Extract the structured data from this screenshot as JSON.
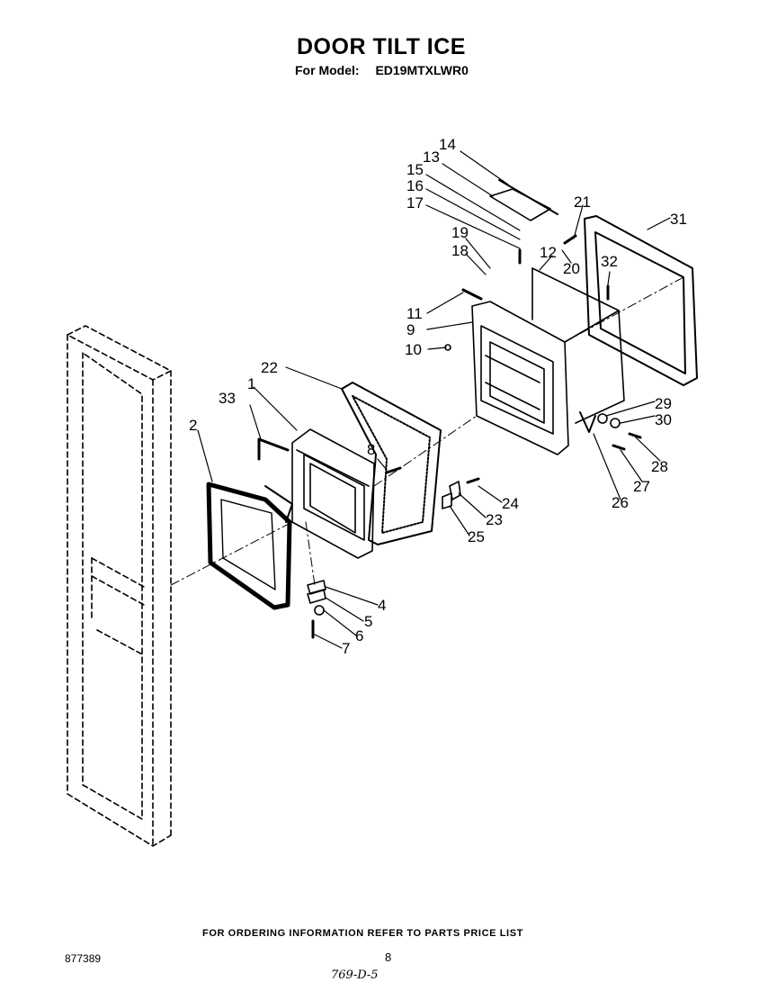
{
  "header": {
    "title": "DOOR TILT ICE",
    "model_label": "For Model:",
    "model_value": "ED19MTXLWR0"
  },
  "callouts": [
    "1",
    "2",
    "4",
    "5",
    "6",
    "7",
    "8",
    "9",
    "10",
    "11",
    "12",
    "13",
    "14",
    "15",
    "16",
    "17",
    "18",
    "19",
    "20",
    "21",
    "22",
    "23",
    "24",
    "25",
    "26",
    "27",
    "28",
    "29",
    "30",
    "31",
    "32",
    "33"
  ],
  "footer": {
    "ordering_note": "FOR ORDERING INFORMATION REFER TO PARTS PRICE LIST",
    "doc_number": "877389",
    "page_number": "8",
    "handwritten": "769-D-5"
  }
}
